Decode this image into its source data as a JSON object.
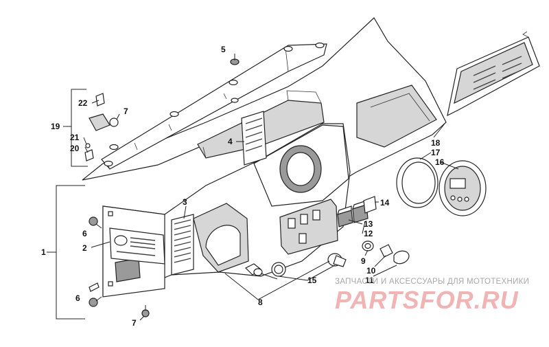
{
  "diagram": {
    "callouts": [
      {
        "id": "callout-1",
        "label": "1"
      },
      {
        "id": "callout-2",
        "label": "2"
      },
      {
        "id": "callout-3",
        "label": "3"
      },
      {
        "id": "callout-4",
        "label": "4"
      },
      {
        "id": "callout-5",
        "label": "5"
      },
      {
        "id": "callout-6a",
        "label": "6"
      },
      {
        "id": "callout-6b",
        "label": "6"
      },
      {
        "id": "callout-7a",
        "label": "7"
      },
      {
        "id": "callout-7b",
        "label": "7"
      },
      {
        "id": "callout-8",
        "label": "8"
      },
      {
        "id": "callout-9",
        "label": "9"
      },
      {
        "id": "callout-10",
        "label": "10"
      },
      {
        "id": "callout-11",
        "label": "11"
      },
      {
        "id": "callout-12",
        "label": "12"
      },
      {
        "id": "callout-13",
        "label": "13"
      },
      {
        "id": "callout-14",
        "label": "14"
      },
      {
        "id": "callout-15",
        "label": "15"
      },
      {
        "id": "callout-16",
        "label": "16"
      },
      {
        "id": "callout-17",
        "label": "17"
      },
      {
        "id": "callout-18",
        "label": "18"
      },
      {
        "id": "callout-19",
        "label": "19"
      },
      {
        "id": "callout-20",
        "label": "20"
      },
      {
        "id": "callout-21",
        "label": "21"
      },
      {
        "id": "callout-22",
        "label": "22"
      }
    ]
  },
  "watermark": {
    "caption": "ЗАПЧАСТИ И АКСЕССУАРЫ ДЛЯ МОТОТЕХНИКИ",
    "logo": "PARTSFOR.RU",
    "color": "#f0b4b4"
  }
}
